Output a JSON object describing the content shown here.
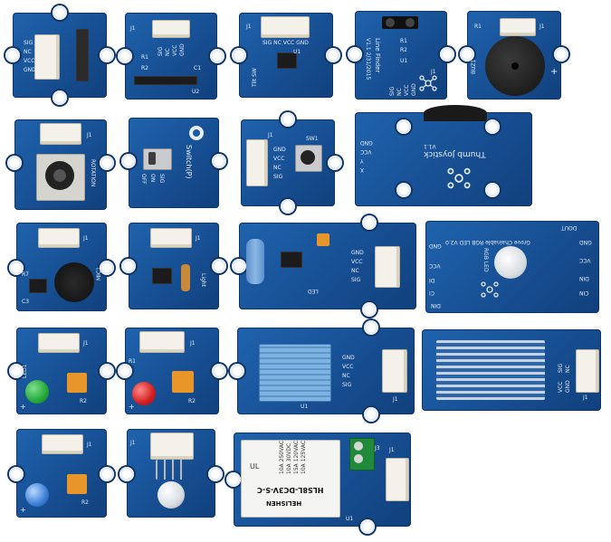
{
  "colors": {
    "pcb_blue": "#1a5aa3",
    "connector_white": "#f3f1ea",
    "chip_black": "#1b1b1d",
    "led_green": "#24a83a",
    "led_red": "#d21e1e",
    "led_blue": "#3a7fd6",
    "pot_orange": "#e8962a",
    "sensor_blue": "#7fb3e0",
    "terminal_green": "#1f8a3a"
  },
  "boards": {
    "b1": {
      "l1": "SIG",
      "l2": "NC",
      "l3": "VCC",
      "l4": "GND"
    },
    "b2": {
      "j1": "J1",
      "r1": "R1",
      "r2": "R2",
      "c1": "C1",
      "u2": "U2",
      "l1": "SIG",
      "l2": "NC",
      "l3": "VCC",
      "l4": "GND"
    },
    "b3": {
      "l1": "SIG NC VCC GND",
      "u1": "U1",
      "j1": "J1",
      "side": "Tilt SW"
    },
    "b4": {
      "title": "Line Finder",
      "ver": "V1.1 2/31/2015",
      "j1": "J1",
      "u1": "U1",
      "r1": "R1",
      "r2": "R2",
      "l1": "SIG",
      "l2": "NC",
      "l3": "VCC",
      "l4": "GND"
    },
    "b5": {
      "r1": "R1",
      "j1": "J1",
      "buz": "BUZ1",
      "plus": "+"
    },
    "b6": {
      "j1": "J1",
      "name": "ROTATION"
    },
    "b7": {
      "name": "Switch(P)",
      "l1": "OFF",
      "l2": "ON",
      "l3": "SIG"
    },
    "b8": {
      "j1": "J1",
      "sw": "SW1",
      "l1": "GND",
      "l2": "VCC",
      "l3": "NC",
      "l4": "SIG"
    },
    "b9": {
      "name": "Thumb Joystick",
      "ver": "V1.1",
      "l1": "GND",
      "l2": "VCC",
      "l3": "Y",
      "l4": "X"
    },
    "b10": {
      "j1": "J1",
      "mic": "MIC1",
      "r7": "R7",
      "c3": "C3"
    },
    "b11": {
      "j1": "J1",
      "name": "Light"
    },
    "b12": {
      "led": "LED",
      "l1": "GND",
      "l2": "VCC",
      "l3": "NC",
      "l4": "SIG"
    },
    "b13": {
      "title": "Grove Chainable RGB LED V2.0",
      "din": "DIN",
      "dout": "DOUT",
      "l1": "GND",
      "l2": "VCC",
      "l3": "DI",
      "l4": "CI",
      "r1": "GND",
      "r2": "VCC",
      "r3": "DIN",
      "r4": "CIN",
      "led": "RGB LED"
    },
    "b14": {
      "j1": "J1",
      "led": "LED1",
      "r2": "R2",
      "plus": "+"
    },
    "b15": {
      "j1": "J1",
      "r2": "R2",
      "r1": "R1",
      "plus": "+"
    },
    "b16": {
      "l1": "GND",
      "l2": "VCC",
      "l3": "NC",
      "l4": "SIG",
      "u1": "U1",
      "j1": "J1"
    },
    "b17": {
      "j1": "J1",
      "l1": "SIG",
      "l2": "NC",
      "l3": "VCC",
      "l4": "GND"
    },
    "b18": {
      "j1": "J1",
      "r2": "R2",
      "plus": "+"
    },
    "b19": {
      "j1": "J1"
    },
    "b20": {
      "relay_l1": "10A 250VAC",
      "relay_l2": "10A 30VDC",
      "relay_l3": "15A 120VAC",
      "relay_l4": "10A 125VAC",
      "model": "HLS8L-DC3V-S-C",
      "brand": "HELISHEN",
      "ul": "UL",
      "u1": "U1",
      "j1": "J1",
      "j3": "J3"
    }
  }
}
